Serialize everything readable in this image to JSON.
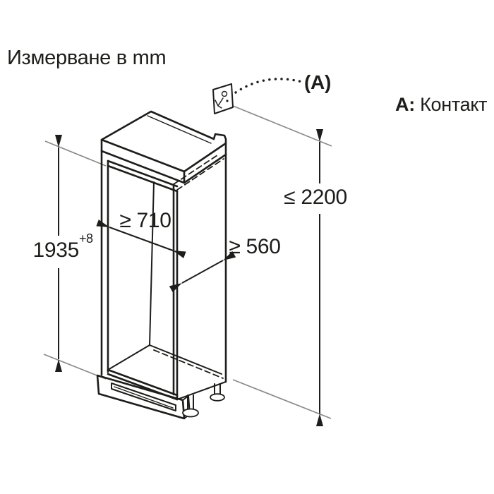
{
  "title": "Измерване в mm",
  "legend": {
    "callout": "(A)",
    "label_key": "A:",
    "label_value": "Контакт"
  },
  "dimensions": {
    "niche_height": {
      "value": "1935",
      "tolerance": "+8"
    },
    "niche_width": "≥ 710",
    "niche_depth": "≥ 560",
    "max_height": "≤ 2200"
  },
  "icons": {
    "power_socket": "power-socket-icon",
    "callout_leader": "dotted-leader-line"
  },
  "colors": {
    "line": "#1d1d1b",
    "extension_line": "#8a8a8a",
    "background": "#ffffff"
  }
}
